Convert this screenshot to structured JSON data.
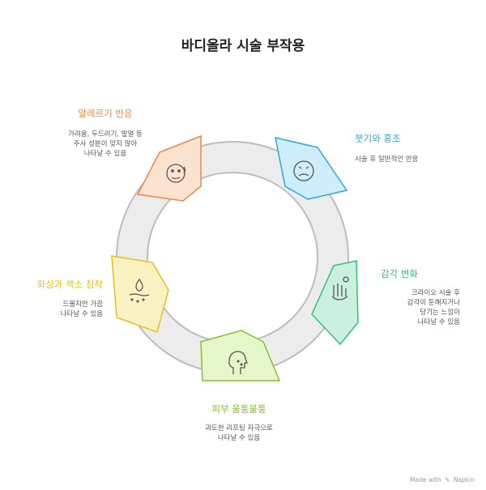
{
  "title": "바디올라 시술 부작용",
  "items": [
    {
      "label": "알레르기 반응",
      "description": [
        "가려움, 두드러기, 발열 등",
        "주사 성분이 맞지 않아",
        "나타날 수 있음"
      ],
      "color": "#e8894a",
      "fill": "#fbe3cf",
      "icon": "allergy-face-icon"
    },
    {
      "label": "붓기와 홍조",
      "description": [
        "시술 후 일반적인 반응"
      ],
      "color": "#29a9d8",
      "fill": "#cdeefa",
      "icon": "swollen-face-icon"
    },
    {
      "label": "감각 변화",
      "description": [
        "크라이오 시술 후",
        "감각이 둔해지거나",
        "당기는 느낌이",
        "나타날 수 있음"
      ],
      "color": "#2fbf82",
      "fill": "#c9f1de",
      "icon": "sensation-hand-icon"
    },
    {
      "label": "피부 울퉁불퉁",
      "description": [
        "과도한 리프팅 자극으로",
        "나타날 수 있음"
      ],
      "color": "#86bf2e",
      "fill": "#e5f6c8",
      "icon": "skin-profile-icon"
    },
    {
      "label": "화상과 색소 침착",
      "description": [
        "드물지만 가끔",
        "나타날 수 있음"
      ],
      "color": "#e5c020",
      "fill": "#fbf2c4",
      "icon": "burn-skin-icon"
    }
  ],
  "footer": {
    "made_with": "Made with",
    "brand": "Napkin"
  }
}
